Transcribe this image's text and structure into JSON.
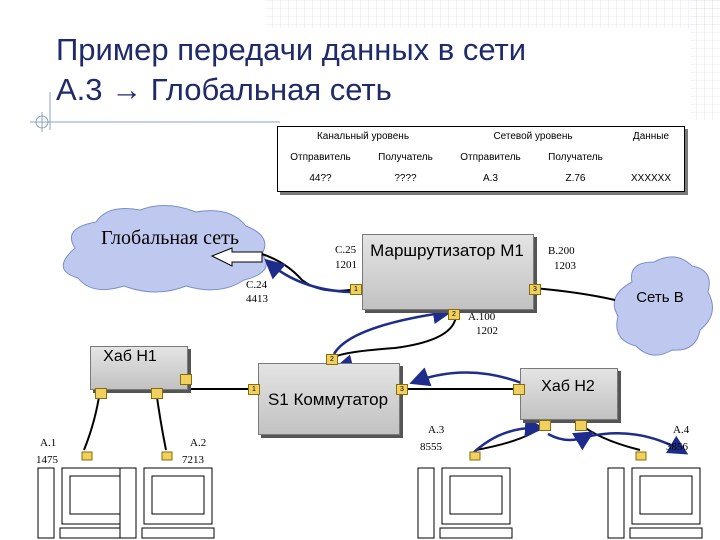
{
  "title": {
    "line1": "Пример передачи данных в сети",
    "line2": "А.3 → Глобальная сеть"
  },
  "frame_table": {
    "header_link": "Канальный уровень",
    "header_net": "Сетевой уровень",
    "header_data": "Данные",
    "sub_sender_1": "Отправитель",
    "sub_receiver_1": "Получатель",
    "sub_sender_2": "Отправитель",
    "sub_receiver_2": "Получатель",
    "val_link_sender": "44??",
    "val_link_receiver": "????",
    "val_net_sender": "А.3",
    "val_net_receiver": "Z.76",
    "val_data": "XXXXXX"
  },
  "cloud_global": {
    "text": "Глобальная сеть"
  },
  "cloud_b": {
    "text": "Сеть В"
  },
  "router": {
    "name": "Маршрутизатор М1",
    "port1": "1",
    "port2": "2",
    "port3": "3",
    "left_addr": "С.25",
    "left_mac": "1201",
    "right_addr": "В.200",
    "right_mac": "1203",
    "bottom_addr": "А.100",
    "bottom_mac": "1202"
  },
  "global_addr": {
    "addr": "С.24",
    "mac": "4413"
  },
  "switch": {
    "name": "S1 Коммутатор",
    "port1": "1",
    "port2": "2",
    "port3": "3"
  },
  "hub1": {
    "name": "Хаб Н1"
  },
  "hub2": {
    "name": "Хаб Н2"
  },
  "hosts": [
    {
      "addr": "А.1",
      "mac": "1475"
    },
    {
      "addr": "А.2",
      "mac": "7213"
    },
    {
      "addr": "А.3",
      "mac": "8555"
    },
    {
      "addr": "А.4",
      "mac": "3856"
    }
  ],
  "colors": {
    "title": "#1f2a6b",
    "cloud": "#bfc9ef",
    "link": "#1e2d8c",
    "port": "#f0d060"
  }
}
